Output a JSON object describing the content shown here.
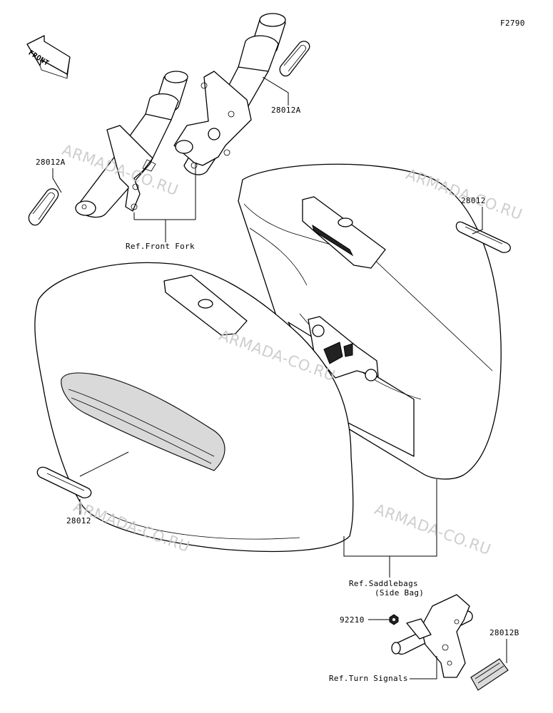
{
  "figure_id": "F2790",
  "front_arrow_label": "FRONT",
  "watermarks": [
    "ARMADA-CO.RU",
    "ARMADA-CO.RU",
    "ARMADA-CO.RU",
    "ARMADA-CO.RU",
    "ARMADA-CO.RU"
  ],
  "parts": {
    "reflector_fork_right": "28012A",
    "reflector_fork_left": "28012A",
    "reflector_bag_right": "28012",
    "reflector_bag_left": "28012",
    "nut": "92210",
    "reflector_rear": "28012B"
  },
  "refs": {
    "front_fork": "Ref.Front Fork",
    "saddlebags_line1": "Ref.Saddlebags",
    "saddlebags_line2": "(Side Bag)",
    "turn_signals": "Ref.Turn Signals"
  }
}
